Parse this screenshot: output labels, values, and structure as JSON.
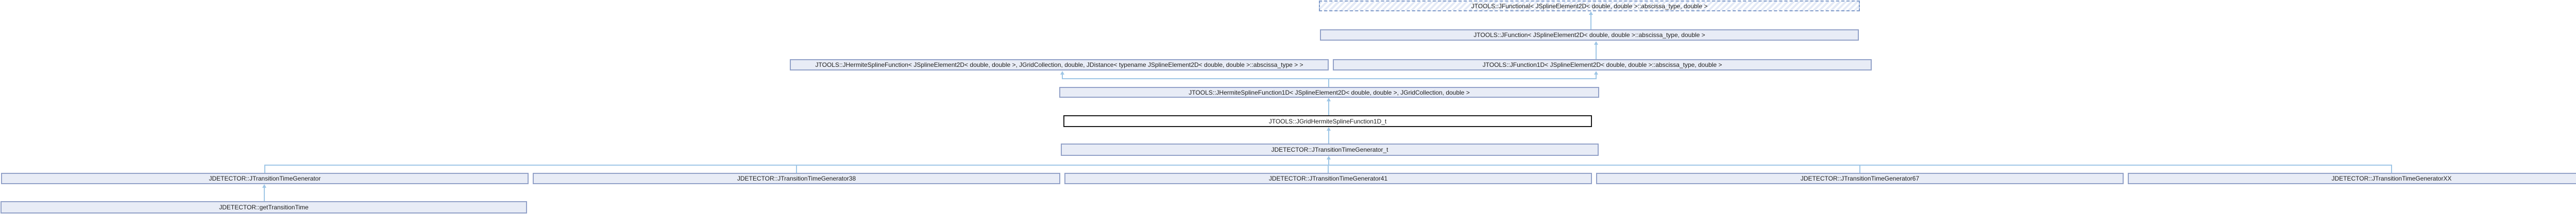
{
  "diagram": {
    "type": "class-inheritance-graph",
    "colors": {
      "background": "#ffffff",
      "node_fill": "#e8ecf6",
      "node_border": "#92a1c8",
      "dashed_node_border": "#7f9ac9",
      "hatch_stripe": "#e4eaf6",
      "current_node_border": "#1a1a1a",
      "current_node_fill": "#ffffff",
      "edge": "#9ec6e6",
      "text": "#1c1c1c"
    },
    "nodes": [
      {
        "id": "jfunctional",
        "style": "dashed-hatched",
        "label": "JTOOLS::JFunctional< JSplineElement2D< double, double >::abscissa_type, double >"
      },
      {
        "id": "jfunction",
        "style": "solid",
        "label": "JTOOLS::JFunction< JSplineElement2D< double, double >::abscissa_type, double >"
      },
      {
        "id": "jhermitesplinefunction",
        "style": "solid",
        "label": "JTOOLS::JHermiteSplineFunction< JSplineElement2D< double, double >, JGridCollection, double, JDistance< typename JSplineElement2D< double, double >::abscissa_type > >"
      },
      {
        "id": "jfunction1d",
        "style": "solid",
        "label": "JTOOLS::JFunction1D< JSplineElement2D< double, double >::abscissa_type, double >"
      },
      {
        "id": "jhermitesplinefunction1d",
        "style": "solid",
        "label": "JTOOLS::JHermiteSplineFunction1D< JSplineElement2D< double, double >, JGridCollection, double >"
      },
      {
        "id": "jgridhermitesplinefunction1d_t",
        "style": "current",
        "label": "JTOOLS::JGridHermiteSplineFunction1D_t"
      },
      {
        "id": "jtransitiontimegenerator_t",
        "style": "solid",
        "label": "JDETECTOR::JTransitionTimeGenerator_t"
      },
      {
        "id": "jtransitiontimegenerator",
        "style": "solid",
        "label": "JDETECTOR::JTransitionTimeGenerator"
      },
      {
        "id": "jtransitiontimegenerator38",
        "style": "solid",
        "label": "JDETECTOR::JTransitionTimeGenerator38"
      },
      {
        "id": "jtransitiontimegenerator41",
        "style": "solid",
        "label": "JDETECTOR::JTransitionTimeGenerator41"
      },
      {
        "id": "jtransitiontimegenerator67",
        "style": "solid",
        "label": "JDETECTOR::JTransitionTimeGenerator67"
      },
      {
        "id": "jtransitiontimegeneratorxx",
        "style": "solid",
        "label": "JDETECTOR::JTransitionTimeGeneratorXX"
      },
      {
        "id": "gettransitiontime",
        "style": "solid",
        "label": "JDETECTOR::getTransitionTime"
      }
    ],
    "edges": [
      {
        "from": "jfunction",
        "to": "jfunctional",
        "type": "inheritance"
      },
      {
        "from": "jfunction1d",
        "to": "jfunction",
        "type": "inheritance"
      },
      {
        "from": "jhermitesplinefunction1d",
        "to": "jhermitesplinefunction",
        "type": "inheritance"
      },
      {
        "from": "jhermitesplinefunction1d",
        "to": "jfunction1d",
        "type": "inheritance"
      },
      {
        "from": "jgridhermitesplinefunction1d_t",
        "to": "jhermitesplinefunction1d",
        "type": "inheritance"
      },
      {
        "from": "jtransitiontimegenerator_t",
        "to": "jgridhermitesplinefunction1d_t",
        "type": "inheritance"
      },
      {
        "from": "jtransitiontimegenerator",
        "to": "jtransitiontimegenerator_t",
        "type": "inheritance"
      },
      {
        "from": "jtransitiontimegenerator38",
        "to": "jtransitiontimegenerator_t",
        "type": "inheritance"
      },
      {
        "from": "jtransitiontimegenerator41",
        "to": "jtransitiontimegenerator_t",
        "type": "inheritance"
      },
      {
        "from": "jtransitiontimegenerator67",
        "to": "jtransitiontimegenerator_t",
        "type": "inheritance"
      },
      {
        "from": "jtransitiontimegeneratorxx",
        "to": "jtransitiontimegenerator_t",
        "type": "inheritance"
      },
      {
        "from": "gettransitiontime",
        "to": "jtransitiontimegenerator",
        "type": "inheritance"
      }
    ]
  }
}
